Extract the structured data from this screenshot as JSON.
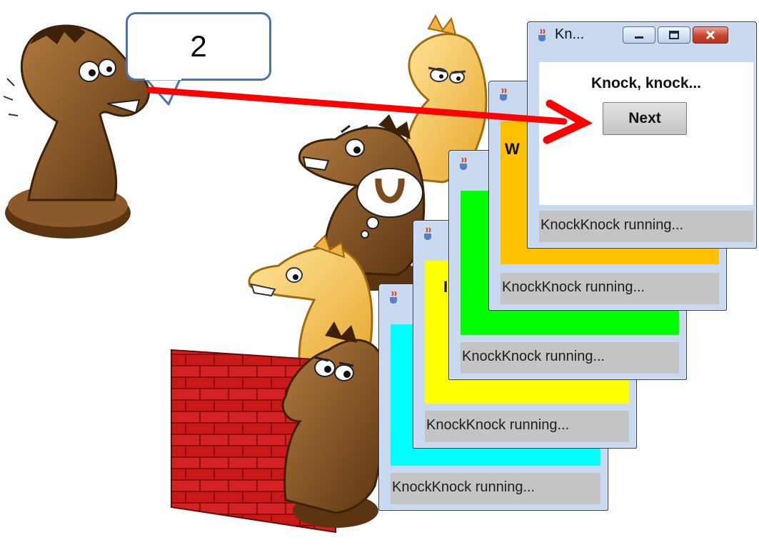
{
  "callout": {
    "number": "2"
  },
  "front_window": {
    "title": "Kn...",
    "message": "Knock, knock...",
    "button_label": "Next",
    "status": "KnockKnock running..."
  },
  "window_orange": {
    "peek_text": "W",
    "status": "KnockKnock running..."
  },
  "window_green": {
    "status": "KnockKnock running..."
  },
  "window_yellow": {
    "peek_text": "I",
    "status": "KnockKnock running..."
  },
  "window_cyan": {
    "status": "KnockKnock running..."
  },
  "colors": {
    "cyan_panel": "#00ffff",
    "yellow_panel": "#ffff00",
    "green_panel": "#00ff00",
    "orange_panel": "#ffc000",
    "arrow": "#ff0000",
    "brick": "#c81818",
    "knight_brown": "#8b5a2b",
    "knight_gold": "#f5c04a",
    "callout_border": "#4a72b0"
  },
  "icons": [
    "java-cup-icon",
    "minimize-icon",
    "maximize-icon",
    "close-icon"
  ]
}
